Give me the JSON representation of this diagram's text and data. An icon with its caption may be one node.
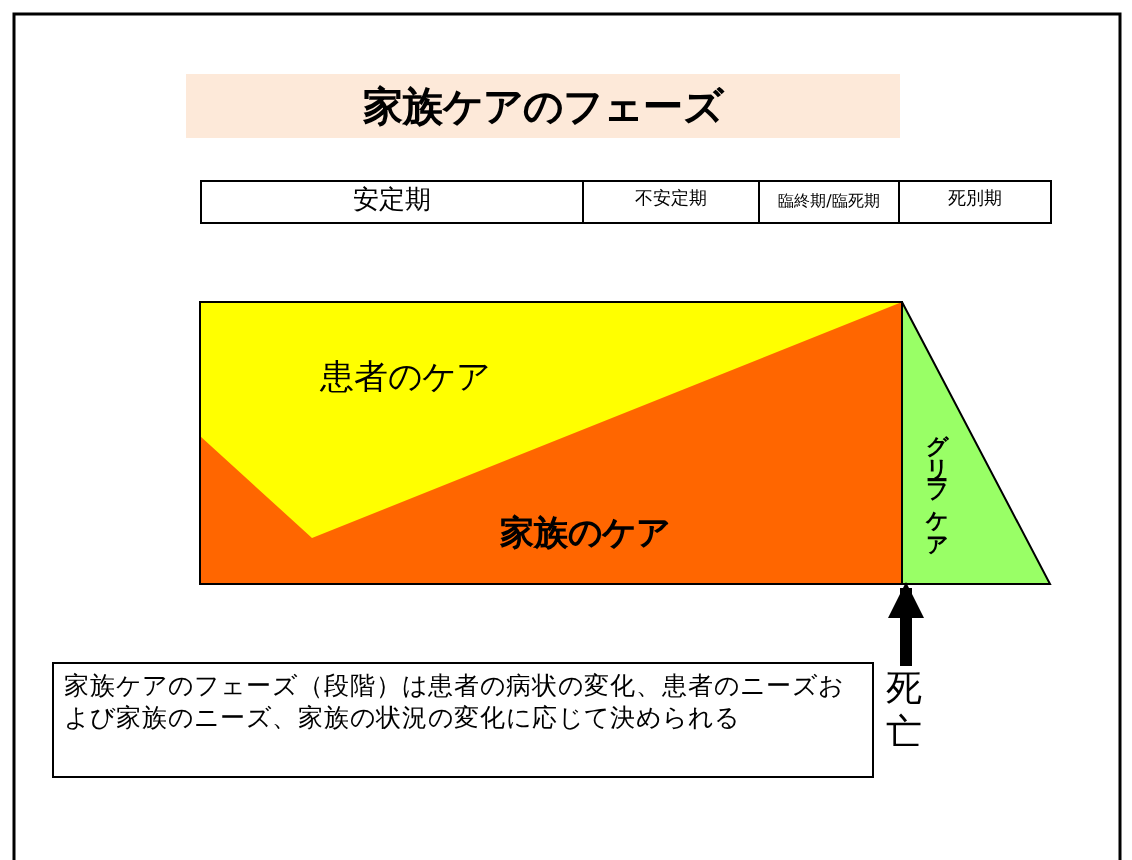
{
  "diagram": {
    "title": "家族ケアのフェーズ",
    "nodes": [
      {
        "text": [
          "安定期"
        ]
      },
      {
        "text": [
          "不安定期"
        ]
      },
      {
        "text": [
          "臨終期/臨死期"
        ]
      },
      {
        "text": [
          "死別期"
        ]
      },
      {
        "text": [
          "患者のケア"
        ]
      },
      {
        "text": [
          "家族のケア"
        ]
      },
      {
        "text": [
          "グリーフケア"
        ]
      },
      {
        "text": [
          "家族ケアのフェーズ（段階）は患者の病状の変化、患者のニーズおよび家族のニーズ、家族の状況の変化に応じて決められる"
        ]
      },
      {
        "text": [
          "死亡"
        ]
      }
    ],
    "edges": [
      {
        "from": 8,
        "to": 6,
        "arrow": "to"
      }
    ]
  }
}
